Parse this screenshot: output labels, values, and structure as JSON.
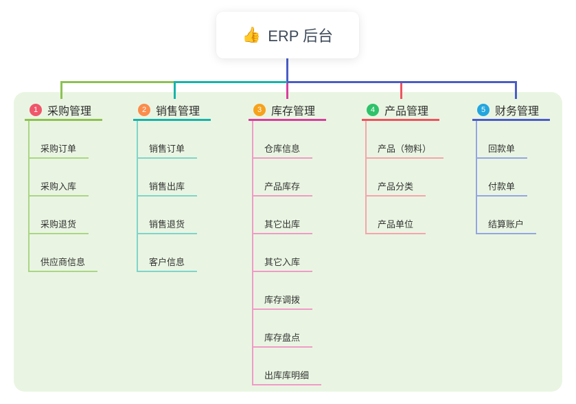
{
  "root": {
    "title": "ERP 后台",
    "icon": "thumbs-up",
    "line_color": "#4a5cc8"
  },
  "canvas": {
    "background": "#e9f5e2"
  },
  "branches": [
    {
      "badge": "1",
      "label": "采购管理",
      "badge_color": "#f0566a",
      "line_color": "#8cc152",
      "child_line_color": "#aad584",
      "children": [
        "采购订单",
        "采购入库",
        "采购退货",
        "供应商信息"
      ]
    },
    {
      "badge": "2",
      "label": "销售管理",
      "badge_color": "#fb8c4c",
      "line_color": "#16b3aa",
      "child_line_color": "#7fd4cb",
      "children": [
        "销售订单",
        "销售出库",
        "销售退货",
        "客户信息"
      ]
    },
    {
      "badge": "3",
      "label": "库存管理",
      "badge_color": "#f7a21c",
      "line_color": "#da3d9e",
      "child_line_color": "#f09ac7",
      "children": [
        "仓库信息",
        "产品库存",
        "其它出库",
        "其它入库",
        "库存调拨",
        "库存盘点",
        "出库库明细"
      ]
    },
    {
      "badge": "4",
      "label": "产品管理",
      "badge_color": "#2ec26a",
      "line_color": "#f0525f",
      "child_line_color": "#f7a3ab",
      "children": [
        "产品（物料）",
        "产品分类",
        "产品单位"
      ]
    },
    {
      "badge": "5",
      "label": "财务管理",
      "badge_color": "#23a6df",
      "line_color": "#4a5cc8",
      "child_line_color": "#93a5e3",
      "children": [
        "回款单",
        "付款单",
        "结算账户"
      ]
    }
  ]
}
